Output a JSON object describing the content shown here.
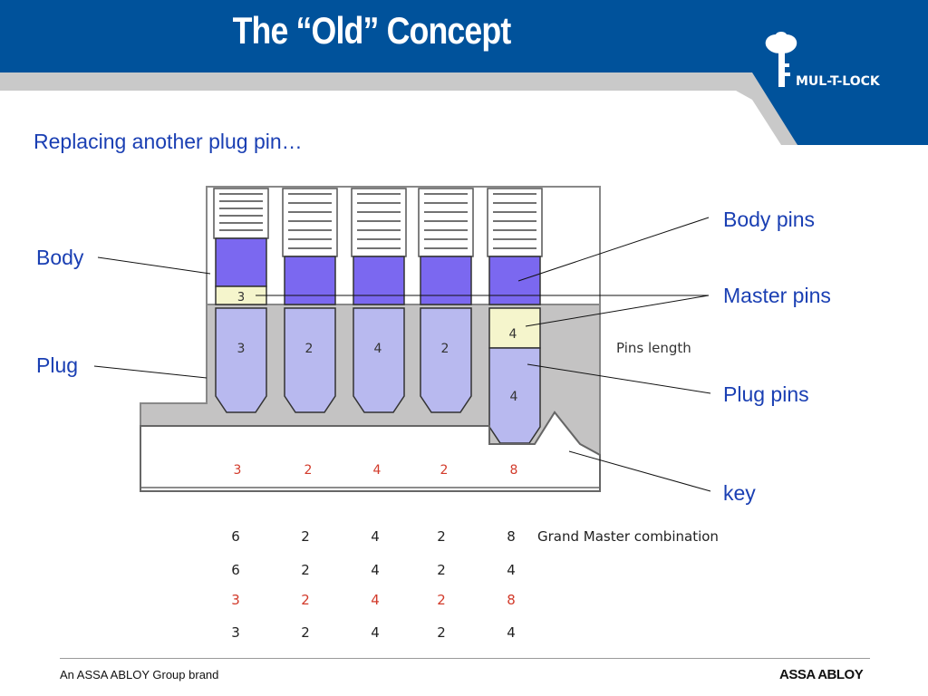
{
  "header": {
    "title": "The “Old” Concept",
    "logo_text": "MUL-T-LOCK"
  },
  "subtitle": "Replacing another plug pin…",
  "labels": {
    "body": "Body",
    "plug": "Plug",
    "body_pins": "Body pins",
    "master_pins": "Master pins",
    "plug_pins": "Plug pins",
    "key": "key"
  },
  "diagram": {
    "pins_length": "Pins length",
    "master_pin_values": [
      "3",
      "4"
    ],
    "plug_pin_values": [
      "3",
      "2",
      "4",
      "2",
      "4"
    ],
    "key_cuts": [
      "3",
      "2",
      "4",
      "2",
      "8"
    ]
  },
  "combinations": {
    "rows": [
      {
        "values": [
          "6",
          "2",
          "4",
          "2",
          "8"
        ],
        "caption": "Grand Master combination",
        "color": "#222222"
      },
      {
        "values": [
          "6",
          "2",
          "4",
          "2",
          "4"
        ],
        "caption": "",
        "color": "#222222"
      },
      {
        "values": [
          "3",
          "2",
          "4",
          "2",
          "8"
        ],
        "caption": "",
        "color": "#d23a2a"
      },
      {
        "values": [
          "3",
          "2",
          "4",
          "2",
          "4"
        ],
        "caption": "",
        "color": "#222222"
      }
    ]
  },
  "footer": {
    "left": "An ASSA ABLOY Group brand",
    "right": "ASSA ABLOY"
  },
  "colors": {
    "header_blue": "#00529b",
    "text_blue": "#1a3fb3",
    "body_pin": "#7b68f0",
    "plug_pin": "#b8b9ef",
    "master_pin": "#f5f5cc",
    "red": "#d23a2a"
  }
}
